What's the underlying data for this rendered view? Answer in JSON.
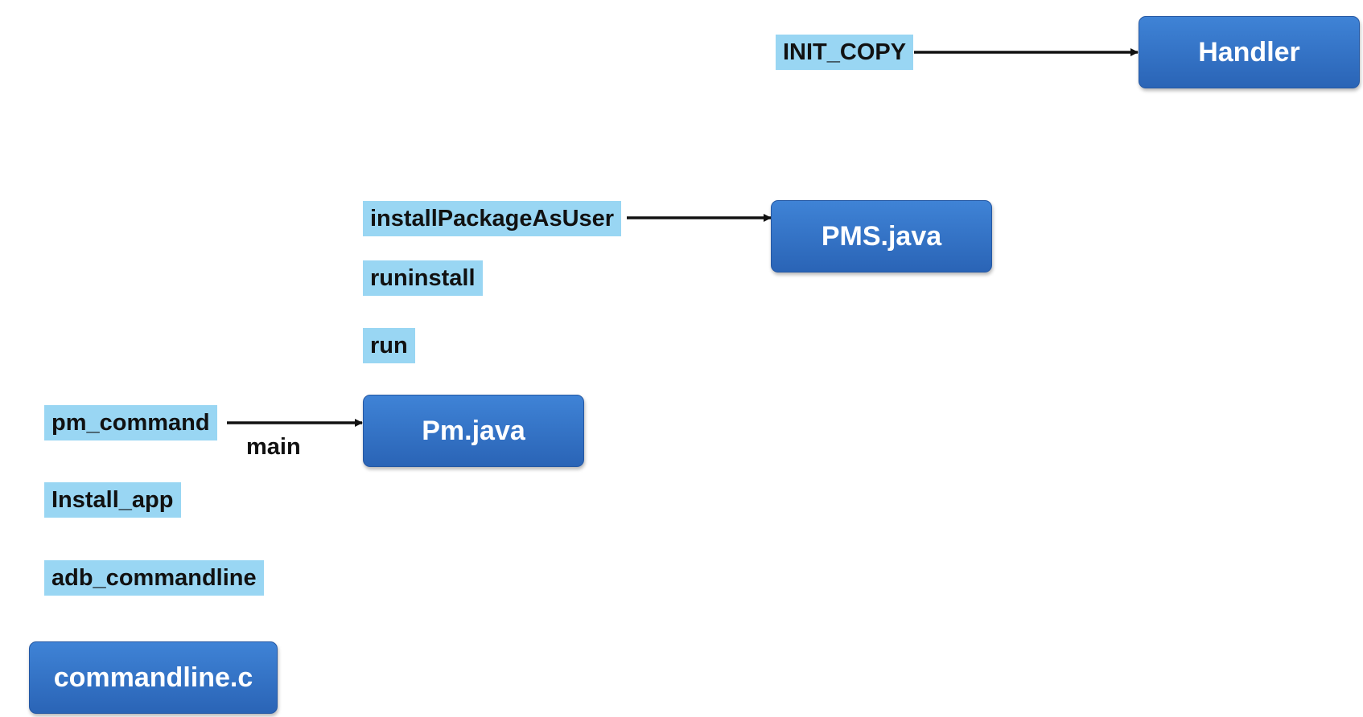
{
  "nodes": {
    "handler": "Handler",
    "pms_java": "PMS.java",
    "pm_java": "Pm.java",
    "commandline_c": "commandline.c"
  },
  "tags": {
    "init_copy": "INIT_COPY",
    "install_package_as_user": "installPackageAsUser",
    "runinstall": "runinstall",
    "run": "run",
    "pm_command": "pm_command",
    "install_app": "Install_app",
    "adb_commandline": "adb_commandline"
  },
  "edge_labels": {
    "main": "main"
  },
  "colors": {
    "node_fill": "#2f6fc6",
    "tag_fill": "#99d6f3",
    "arrow": "#111111"
  }
}
